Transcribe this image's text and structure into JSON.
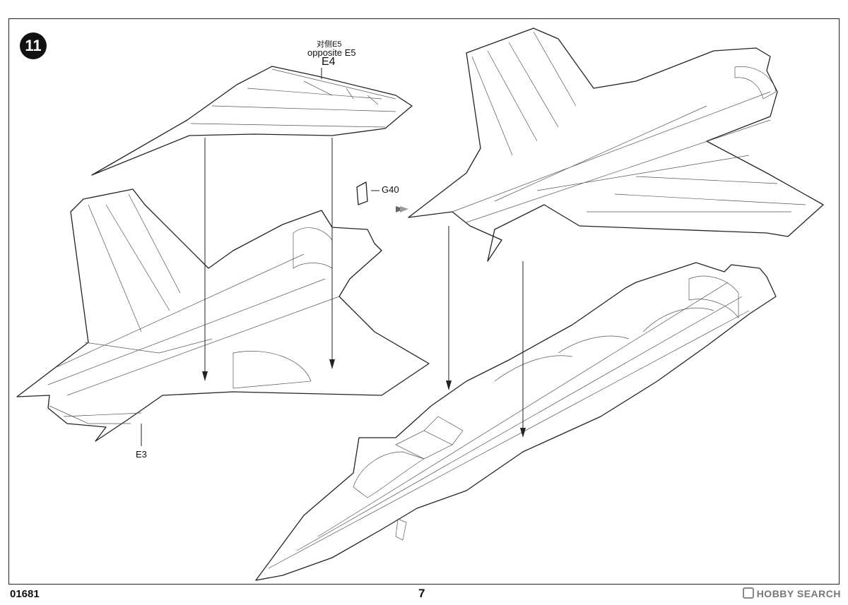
{
  "step": {
    "number": "11"
  },
  "labels": {
    "e5_cn": "对侧E5",
    "e5_en": "opposite E5",
    "e4": "E4",
    "g40": "G40",
    "e3": "E3"
  },
  "footer": {
    "product_code": "01681",
    "page_number": "7",
    "watermark": "HOBBY SEARCH"
  }
}
